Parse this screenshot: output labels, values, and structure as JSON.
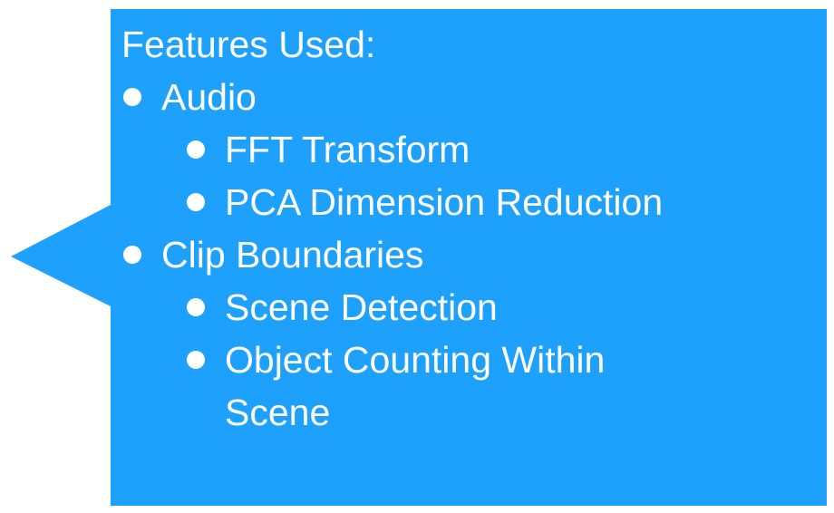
{
  "callout": {
    "fill_color": "#1ea1fd",
    "heading": "Features Used:",
    "items": [
      {
        "label": "Audio",
        "children": [
          {
            "label": "FFT Transform"
          },
          {
            "label": "PCA Dimension Reduction"
          }
        ]
      },
      {
        "label": "Clip Boundaries",
        "children": [
          {
            "label": "Scene Detection"
          },
          {
            "label": "Object Counting Within Scene"
          }
        ]
      }
    ]
  }
}
